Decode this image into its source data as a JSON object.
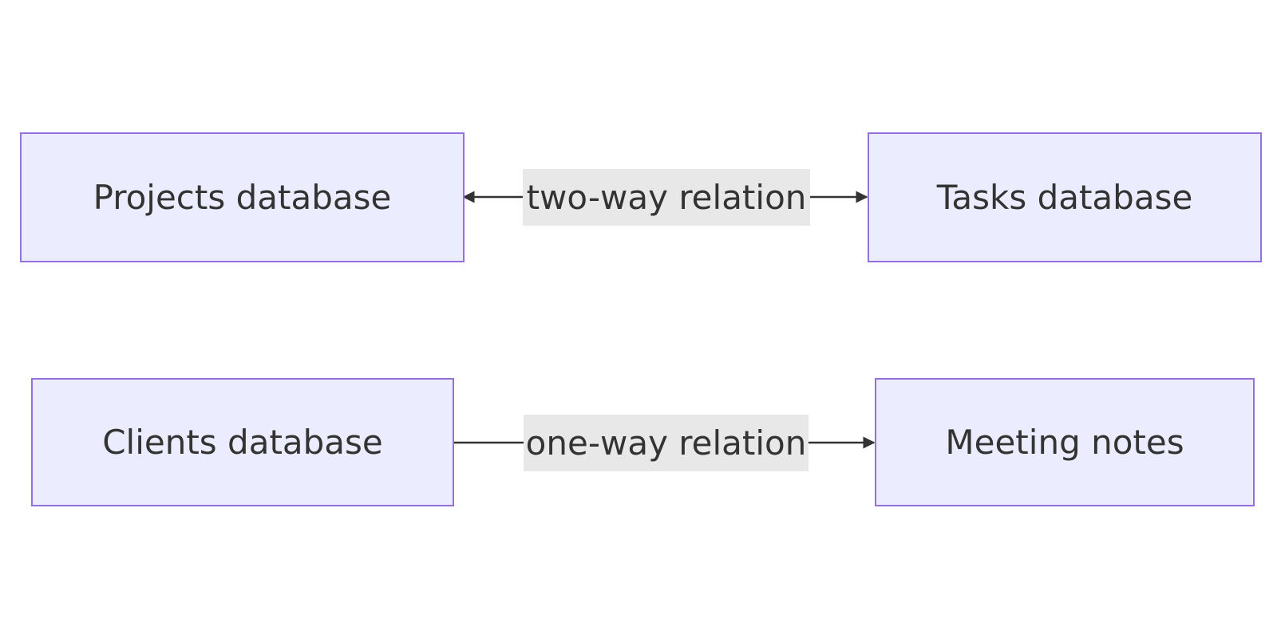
{
  "diagram": {
    "nodes": {
      "projects": "Projects database",
      "tasks": "Tasks database",
      "clients": "Clients database",
      "meeting_notes": "Meeting notes"
    },
    "edges": {
      "projects_tasks": {
        "label": "two-way relation",
        "direction": "both"
      },
      "clients_meeting_notes": {
        "label": "one-way relation",
        "direction": "forward"
      }
    },
    "colors": {
      "node_fill": "#ececff",
      "node_border": "#9370db",
      "edge_line": "#333333",
      "edge_label_bg": "#e8e8e8",
      "text": "#333333"
    }
  }
}
